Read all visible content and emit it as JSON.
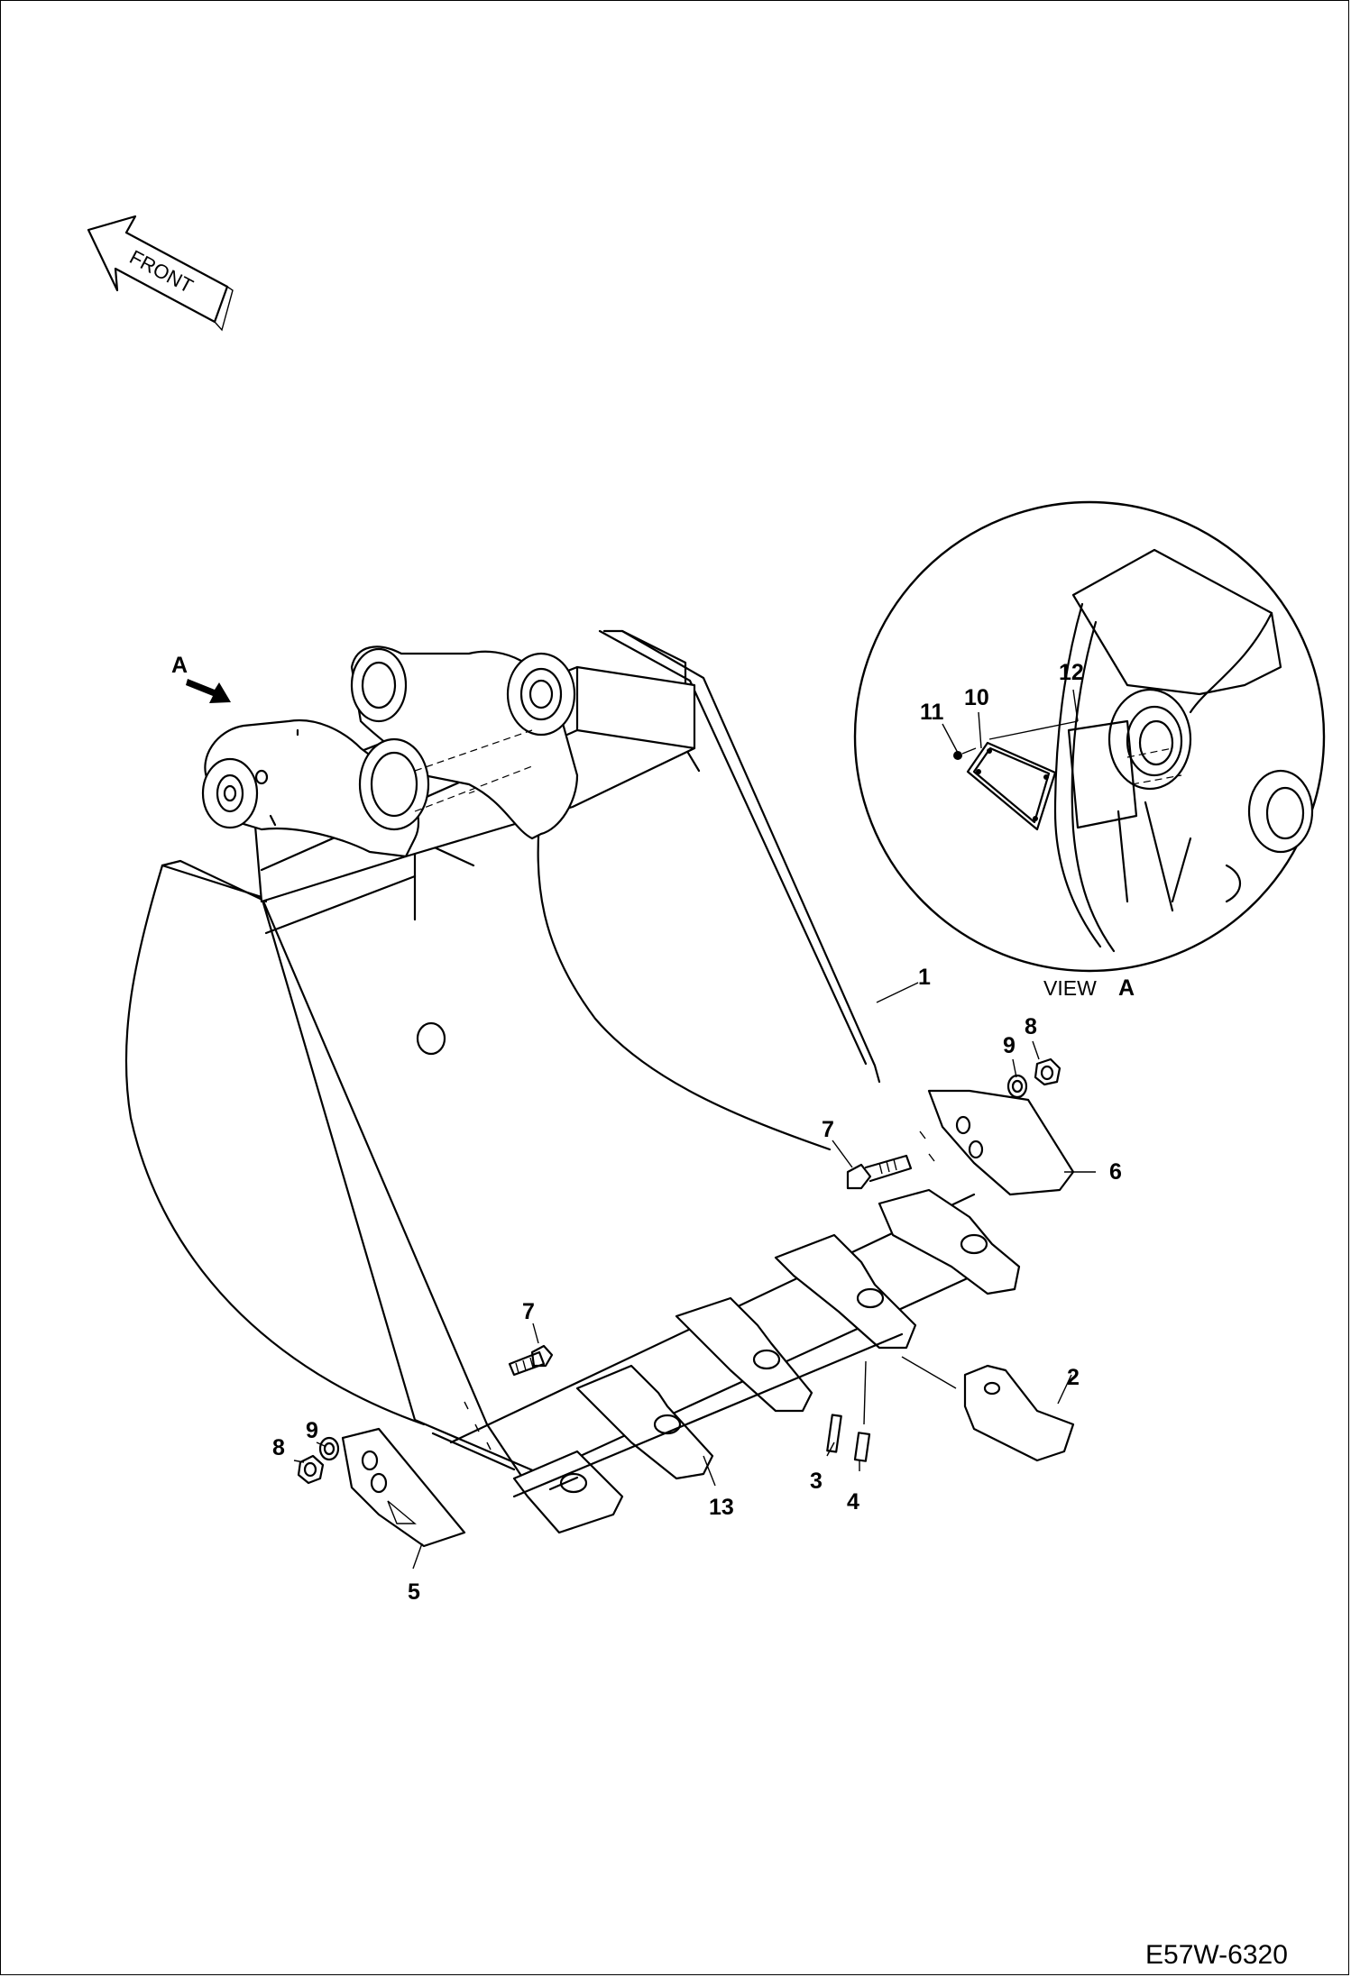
{
  "front_arrow": {
    "label": "FRONT"
  },
  "view_marker": {
    "label": "A"
  },
  "detail_view": {
    "caption_prefix": "VIEW",
    "caption_letter": "A"
  },
  "callouts": [
    "1",
    "2",
    "3",
    "4",
    "5",
    "6",
    "7",
    "7",
    "8",
    "8",
    "9",
    "9",
    "10",
    "11",
    "12",
    "13"
  ],
  "drawing_code": "E57W-6320"
}
